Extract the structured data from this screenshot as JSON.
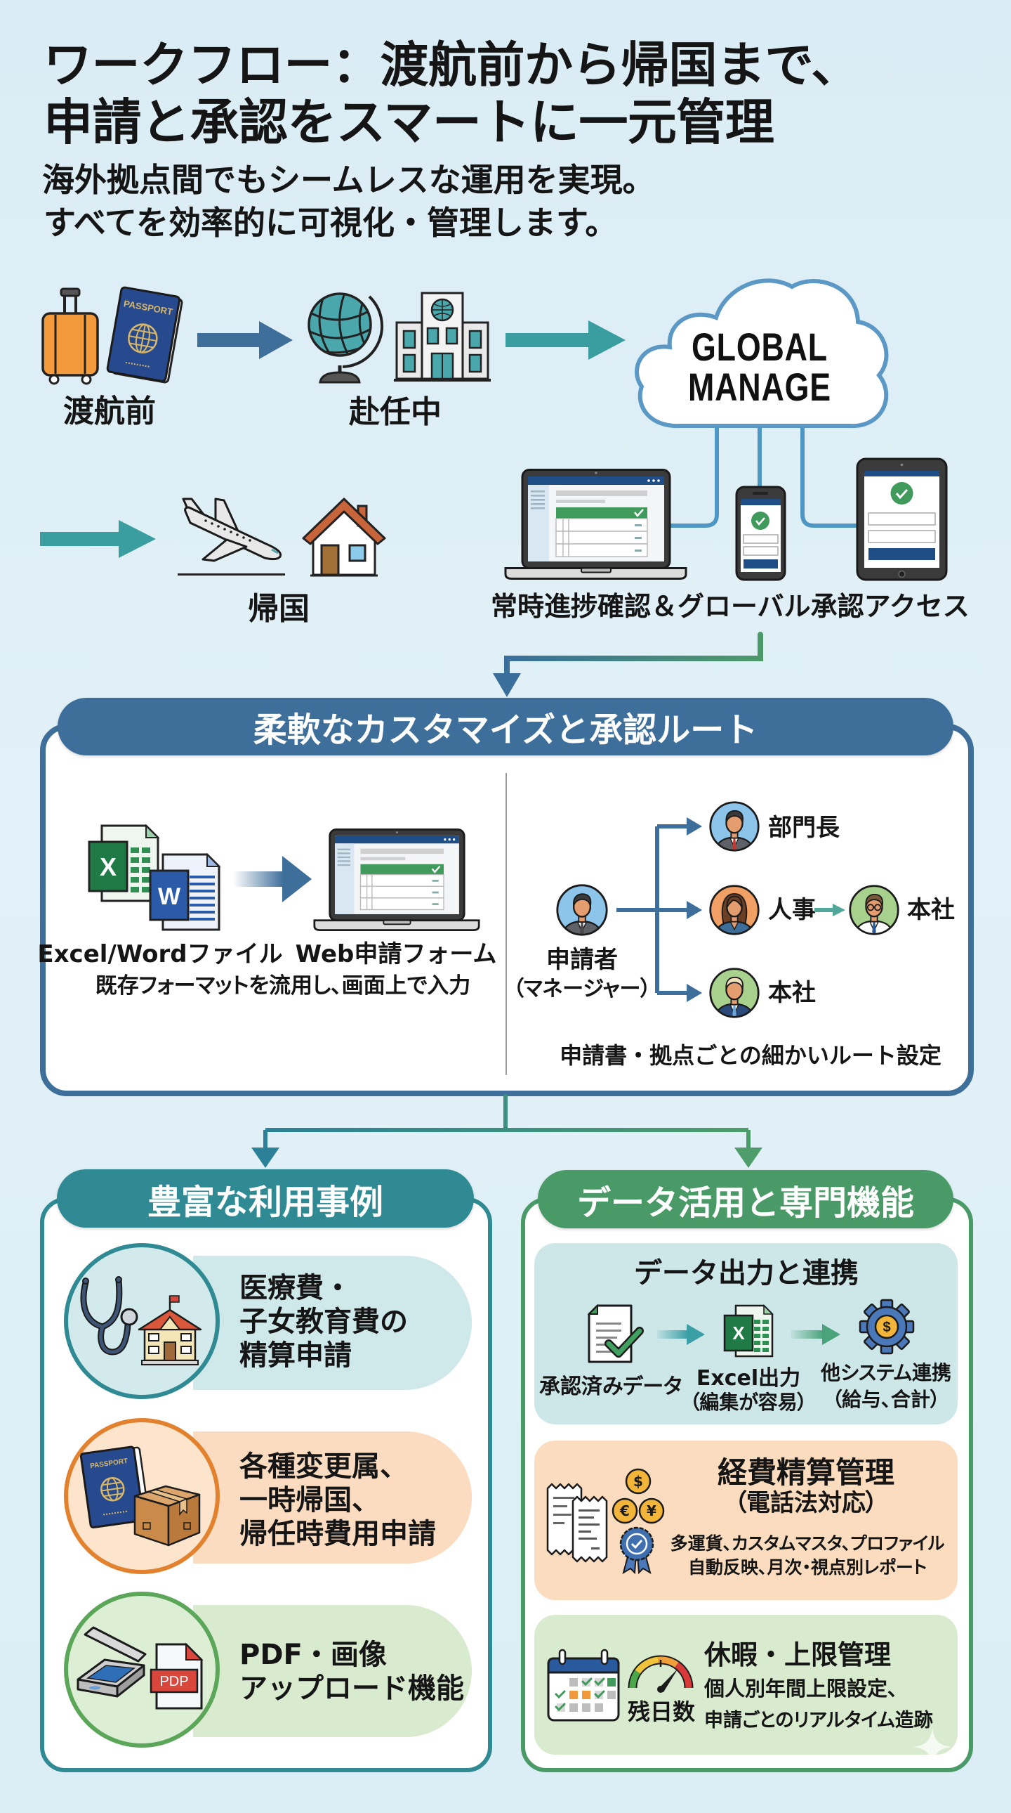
{
  "colors": {
    "background": "#dcedf5",
    "primary_blue": "#3e6f9a",
    "teal": "#2f8a93",
    "green": "#4a9a68",
    "orange": "#e2822e",
    "text": "#151515"
  },
  "header": {
    "title_line1": "ワークフロー：渡航前から帰国まで、",
    "title_line2": "申請と承認をスマートに一元管理",
    "subtitle_line1": "海外拠点間でもシームレスな運用を実現。",
    "subtitle_line2": "すべてを効率的に可視化・管理します。"
  },
  "workflow": {
    "stages": [
      {
        "label": "渡航前",
        "icons": [
          "suitcase-icon",
          "passport-icon"
        ]
      },
      {
        "label": "赴任中",
        "icons": [
          "globe-icon",
          "office-building-icon"
        ]
      },
      {
        "label": "帰国",
        "icons": [
          "airplane-icon",
          "house-icon"
        ]
      }
    ],
    "passport_text": "PASSPORT",
    "cloud": {
      "line1": "GLOBAL",
      "line2": "MANAGE"
    },
    "devices": [
      "laptop-icon",
      "smartphone-icon",
      "tablet-icon"
    ],
    "access_label": "常時進捗確認＆グローバル承認アクセス"
  },
  "customize": {
    "title": "柔軟なカスタマイズと承認ルート",
    "excel_letter": "X",
    "word_letter": "W",
    "source_label": "Excel/Wordファイル",
    "target_label": "Web申請フォーム",
    "conversion_caption": "既存フォーマットを流用し、画面上で入力",
    "applicant": {
      "label": "申請者",
      "role": "（マネージャー）"
    },
    "approvers": [
      {
        "label": "部門長"
      },
      {
        "label": "人事",
        "next": "本社"
      },
      {
        "label": "本社"
      }
    ],
    "route_caption": "申請書・拠点ごとの細かいルート設定"
  },
  "use_cases": {
    "title": "豊富な利用事例",
    "items": [
      {
        "icon": "stethoscope-school-icon",
        "lines": [
          "医療費・",
          "子女教育費の",
          "精算申請"
        ]
      },
      {
        "icon": "passport-box-icon",
        "lines": [
          "各種変更属、",
          "一時帰国、",
          "帰任時費用申請"
        ]
      },
      {
        "icon": "scanner-pdf-icon",
        "lines": [
          "PDF・画像",
          "アップロード機能"
        ],
        "badge": "PDP"
      }
    ]
  },
  "data_features": {
    "title": "データ活用と専門機能",
    "export": {
      "title": "データ出力と連携",
      "steps": [
        {
          "label": "承認済みデータ"
        },
        {
          "label": "Excel出力",
          "sub": "（編集が容易）"
        },
        {
          "label": "他システム連携",
          "sub": "（給与、合計）"
        }
      ],
      "gear_symbol": "$"
    },
    "expense": {
      "title": "経費精算管理",
      "subtitle": "（電話法対応）",
      "lines": [
        "多運貨、カスタムマスタ、プロファイル",
        "自動反映、月次・視点別レポート"
      ],
      "currency_symbols": [
        "$",
        "€",
        "¥"
      ]
    },
    "leave": {
      "title": "休暇・上限管理",
      "gauge_label": "残日数",
      "lines": [
        "個人別年間上限設定、",
        "申請ごとのリアルタイム造跡"
      ]
    }
  }
}
